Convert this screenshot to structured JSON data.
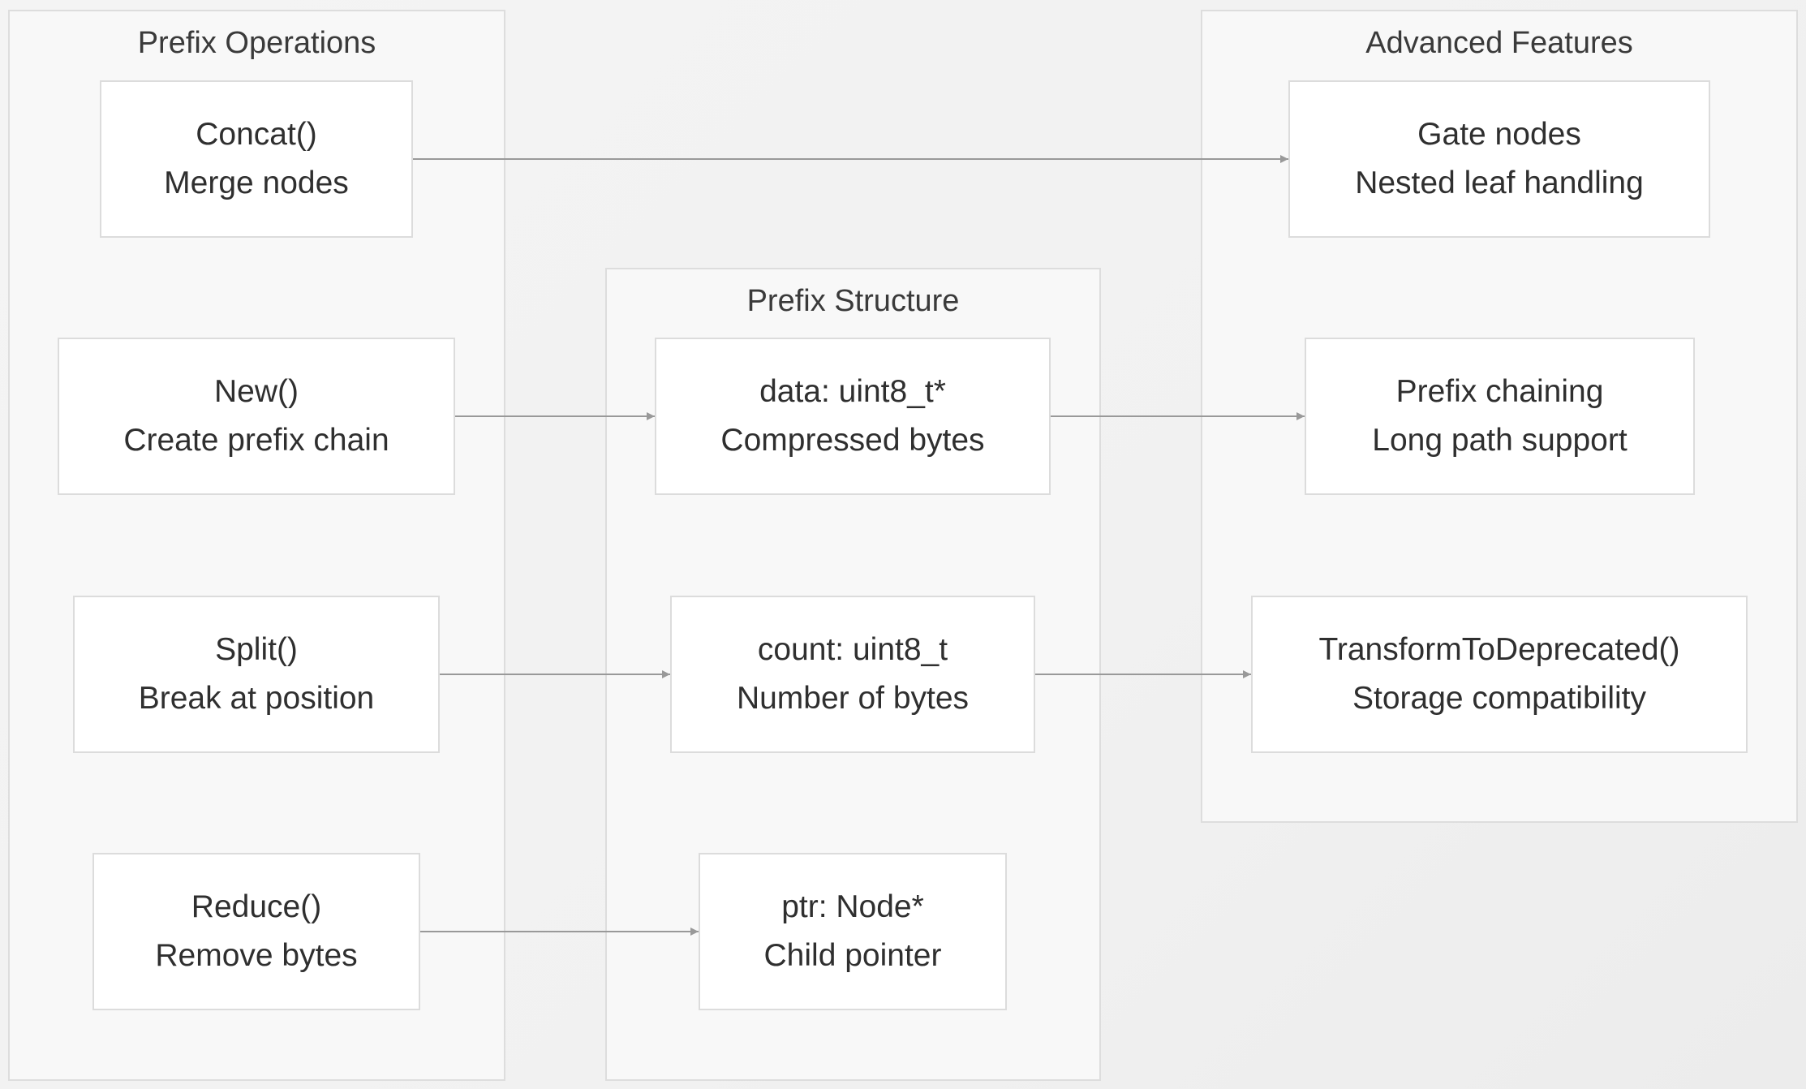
{
  "groups": {
    "operations": {
      "title": "Prefix Operations"
    },
    "structure": {
      "title": "Prefix Structure"
    },
    "advanced": {
      "title": "Advanced Features"
    }
  },
  "nodes": {
    "concat": {
      "line1": "Concat()",
      "line2": "Merge nodes"
    },
    "new": {
      "line1": "New()",
      "line2": "Create prefix chain"
    },
    "split": {
      "line1": "Split()",
      "line2": "Break at position"
    },
    "reduce": {
      "line1": "Reduce()",
      "line2": "Remove bytes"
    },
    "data": {
      "line1": "data: uint8_t*",
      "line2": "Compressed bytes"
    },
    "count": {
      "line1": "count: uint8_t",
      "line2": "Number of bytes"
    },
    "ptr": {
      "line1": "ptr: Node*",
      "line2": "Child pointer"
    },
    "gate": {
      "line1": "Gate nodes",
      "line2": "Nested leaf handling"
    },
    "chaining": {
      "line1": "Prefix chaining",
      "line2": "Long path support"
    },
    "transform": {
      "line1": "TransformToDeprecated()",
      "line2": "Storage compatibility"
    }
  },
  "edges": [
    {
      "from": "concat",
      "to": "gate"
    },
    {
      "from": "new",
      "to": "data"
    },
    {
      "from": "data",
      "to": "chaining"
    },
    {
      "from": "split",
      "to": "count"
    },
    {
      "from": "count",
      "to": "transform"
    },
    {
      "from": "reduce",
      "to": "ptr"
    }
  ],
  "colors": {
    "edge": "#999999",
    "node_border": "#dcdcdc",
    "group_border": "#dddddd"
  }
}
